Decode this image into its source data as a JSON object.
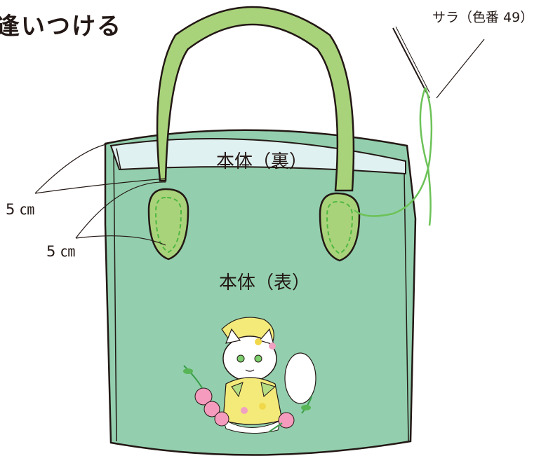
{
  "title": "逢いつける",
  "labels": {
    "thread": "サラ（色番 49）",
    "dim_top": "5 ㎝",
    "dim_bottom": "5 ㎝",
    "body_inside": "本体（裏）",
    "body_outside": "本体（表）"
  },
  "colors": {
    "bag_body": "#93cfae",
    "bag_lining": "#dff1f0",
    "handle": "#a9d37b",
    "handle_stitch": "#4fb840",
    "thread": "#6cc257",
    "outline": "#231815"
  },
  "icons": [
    "needle-icon",
    "cat-embroidery-icon",
    "rose-icon"
  ]
}
